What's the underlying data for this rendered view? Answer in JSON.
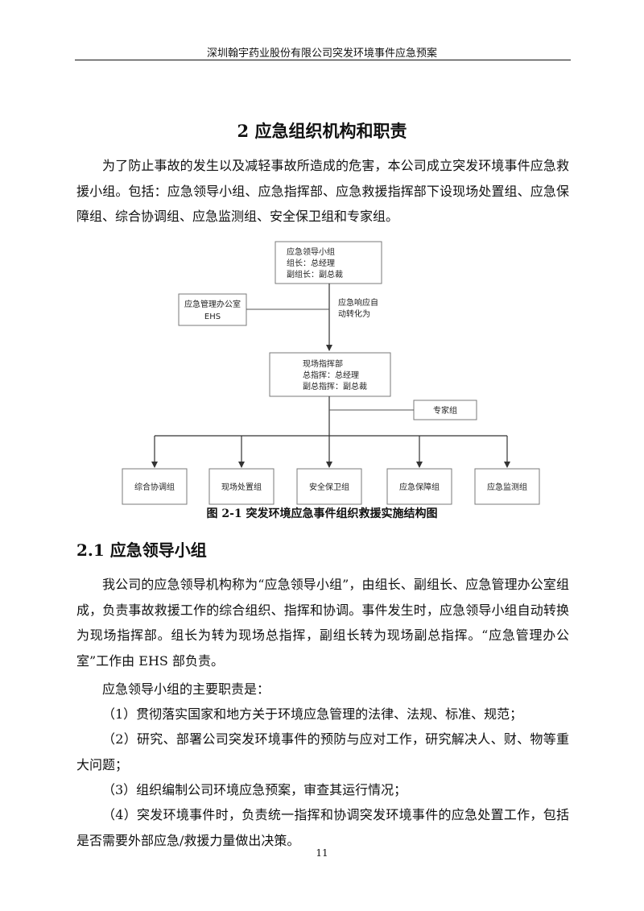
{
  "header": {
    "title": "深圳翰宇药业股份有限公司突发环境事件应急预案"
  },
  "chapter": {
    "title": "2  应急组织机构和职责"
  },
  "intro_paragraph": "为了防止事故的发生以及减轻事故所造成的危害，本公司成立突发环境事件应急救援小组。包括：应急领导小组、应急指挥部、应急救援指挥部下设现场处置组、应急保障组、综合协调组、应急监测组、安全保卫组和专家组。",
  "org_chart": {
    "leadership": {
      "title": "应急领导小组",
      "line1": "组长：总经理",
      "line2": "副组长：副总裁"
    },
    "office": {
      "title": "应急管理办公室",
      "line1": "EHS"
    },
    "arrow_label": {
      "line1": "应急响应自",
      "line2": "动转化为"
    },
    "command": {
      "title": "现场指挥部",
      "line1": "总指挥：总经理",
      "line2": "副总指挥：副总裁"
    },
    "expert": "专家组",
    "groups": [
      "综合协调组",
      "现场处置组",
      "安全保卫组",
      "应急保障组",
      "应急监测组"
    ]
  },
  "figure_caption": "图 2-1  突发环境应急事件组织救援实施结构图",
  "section": {
    "title": "2.1 应急领导小组",
    "paragraph": "我公司的应急领导机构称为“应急领导小组”，由组长、副组长、应急管理办公室组成，负责事故救援工作的综合组织、指挥和协调。事件发生时，应急领导小组自动转换为现场指挥部。组长为转为现场总指挥，副组长转为现场副总指挥。“应急管理办公室”工作由 EHS 部负责。",
    "duties_intro": "应急领导小组的主要职责是：",
    "duties": [
      "（1）贯彻落实国家和地方关于环境应急管理的法律、法规、标准、规范；",
      "（2）研究、部署公司突发环境事件的预防与应对工作，研究解决人、财、物等重大问题；",
      "（3）组织编制公司环境应急预案，审查其运行情况；",
      "（4）突发环境事件时，负责统一指挥和协调突发环境事件的应急处置工作，包括是否需要外部应急/救援力量做出决策。"
    ]
  },
  "page_number": "11"
}
